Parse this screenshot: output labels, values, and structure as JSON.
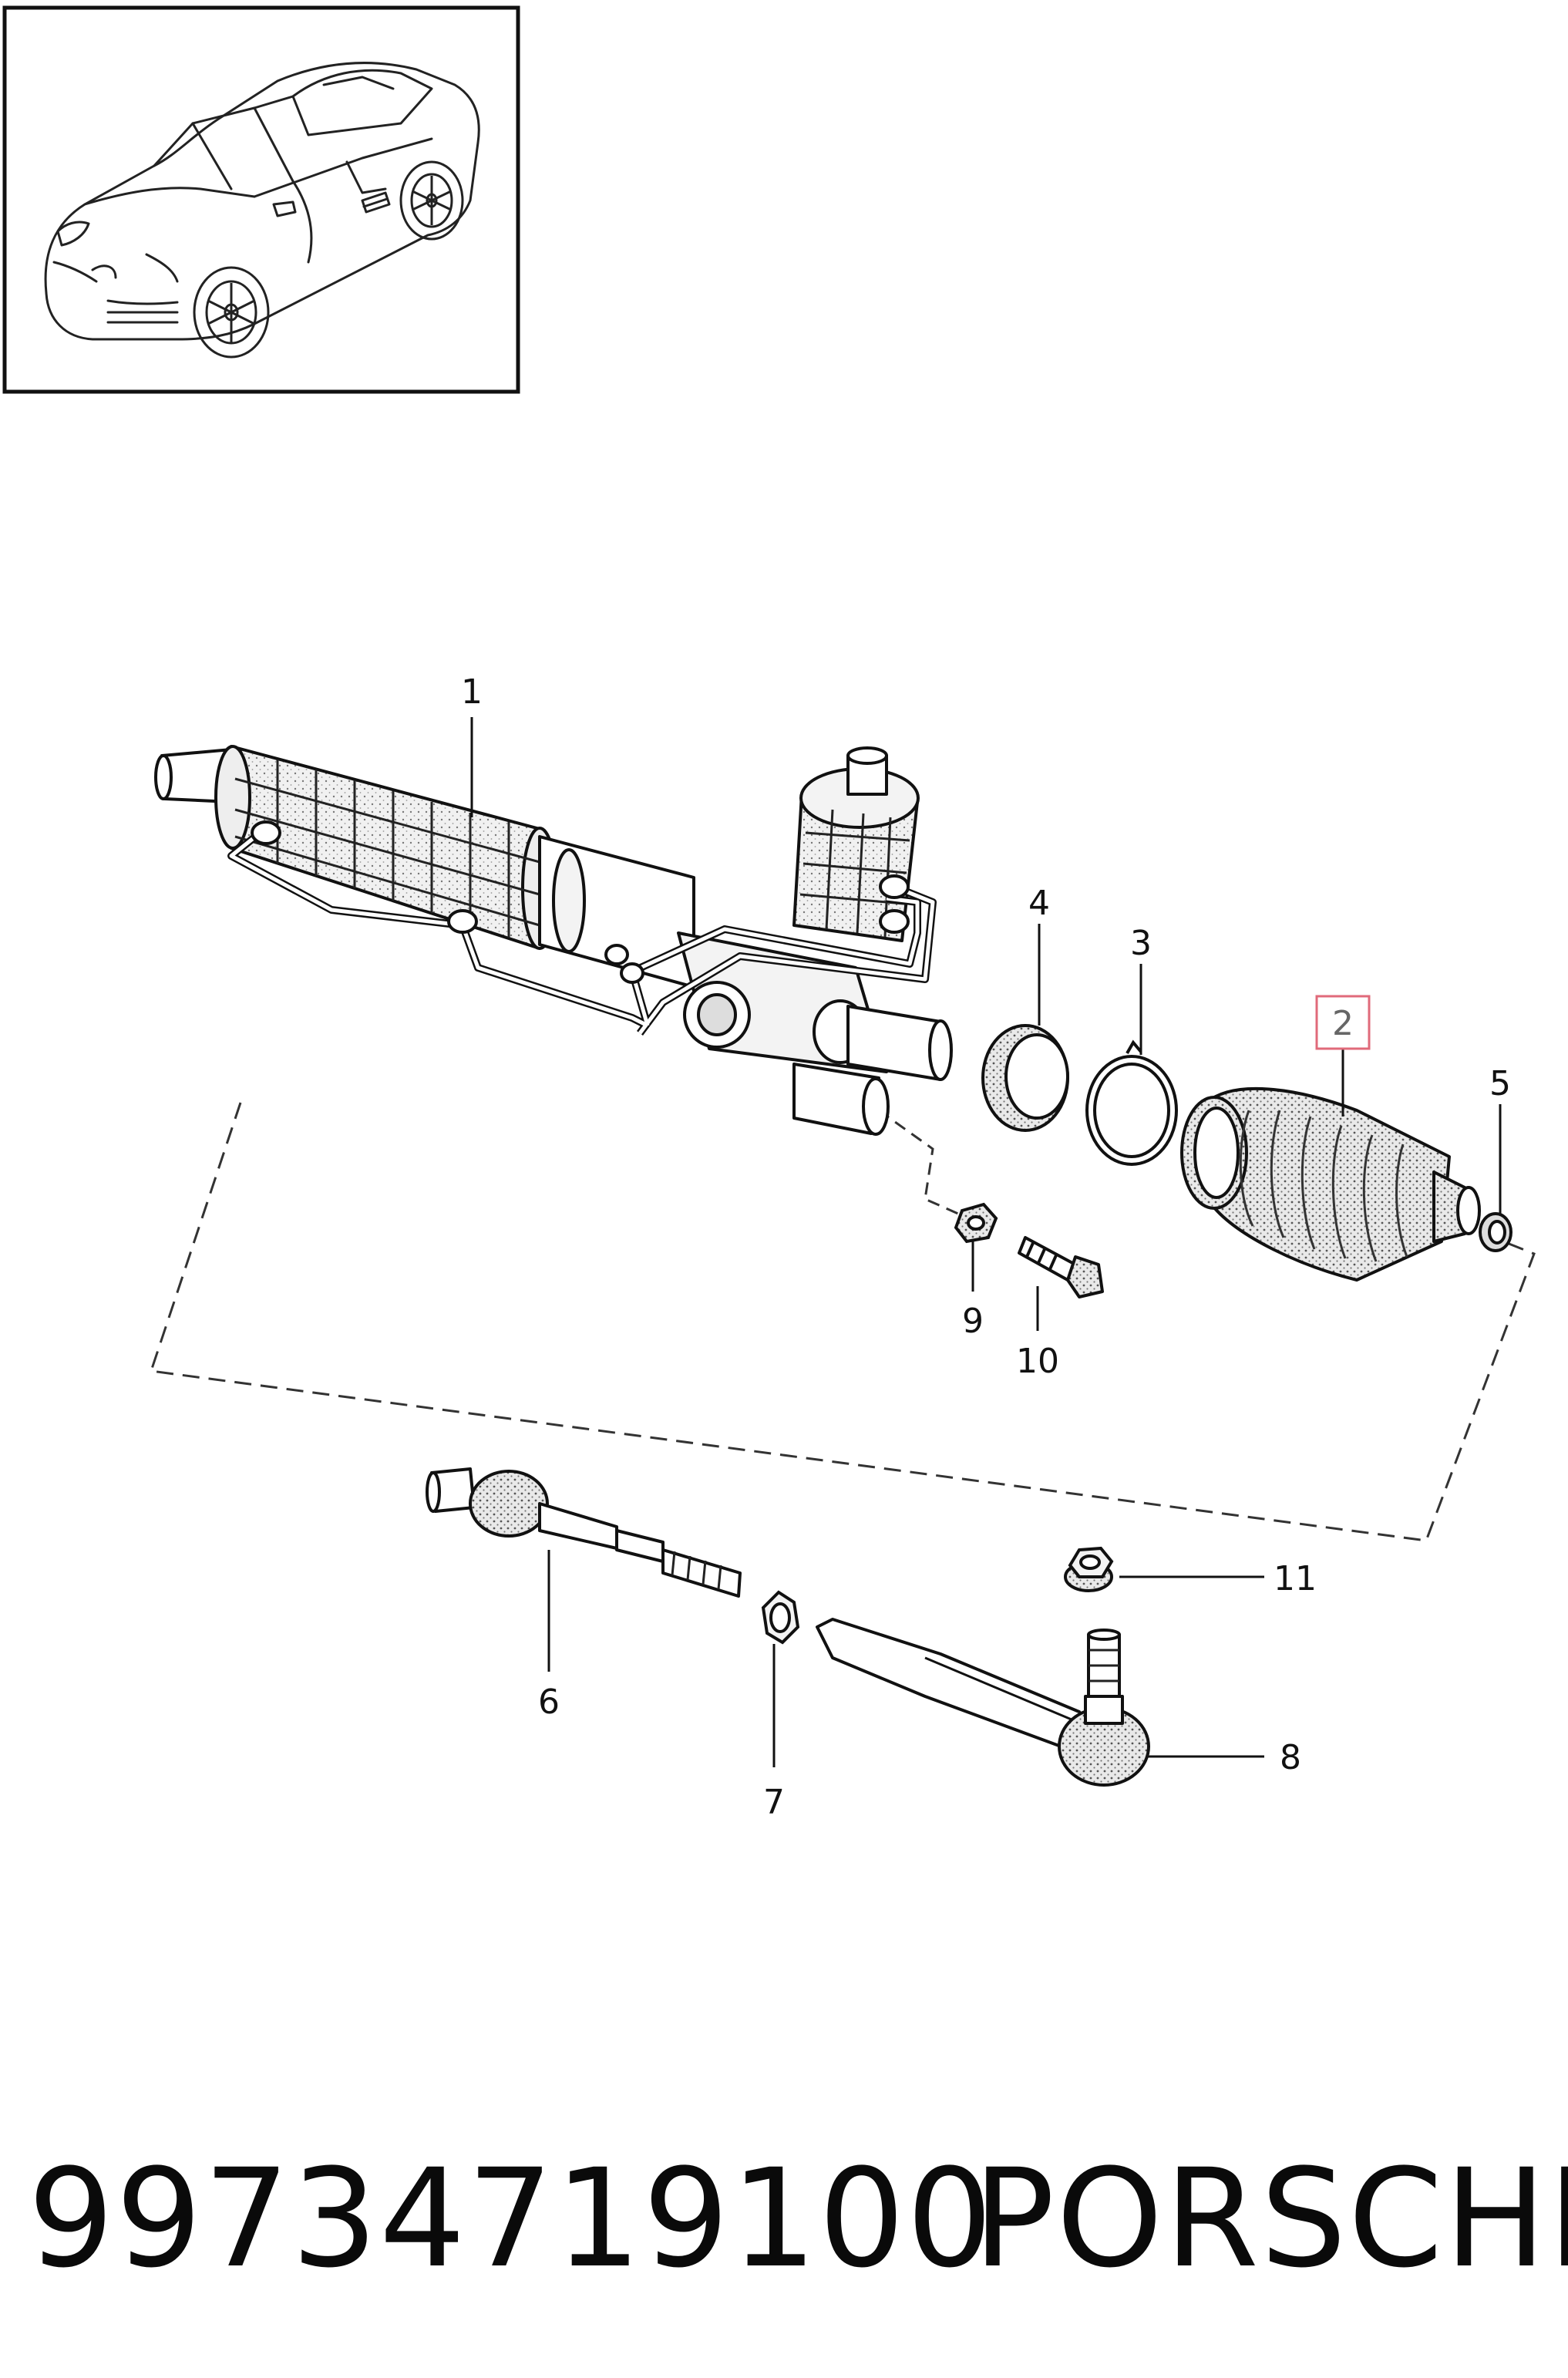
{
  "footer": {
    "part_number": "99734719100",
    "brand": "PORSCHE"
  },
  "highlight_color": "#e06a7a",
  "callouts": [
    {
      "id": "1",
      "label": "1"
    },
    {
      "id": "2",
      "label": "2",
      "highlighted": true
    },
    {
      "id": "3",
      "label": "3"
    },
    {
      "id": "4",
      "label": "4"
    },
    {
      "id": "5",
      "label": "5"
    },
    {
      "id": "6",
      "label": "6"
    },
    {
      "id": "7",
      "label": "7"
    },
    {
      "id": "8",
      "label": "8"
    },
    {
      "id": "9",
      "label": "9"
    },
    {
      "id": "10",
      "label": "10"
    },
    {
      "id": "11",
      "label": "11"
    }
  ]
}
